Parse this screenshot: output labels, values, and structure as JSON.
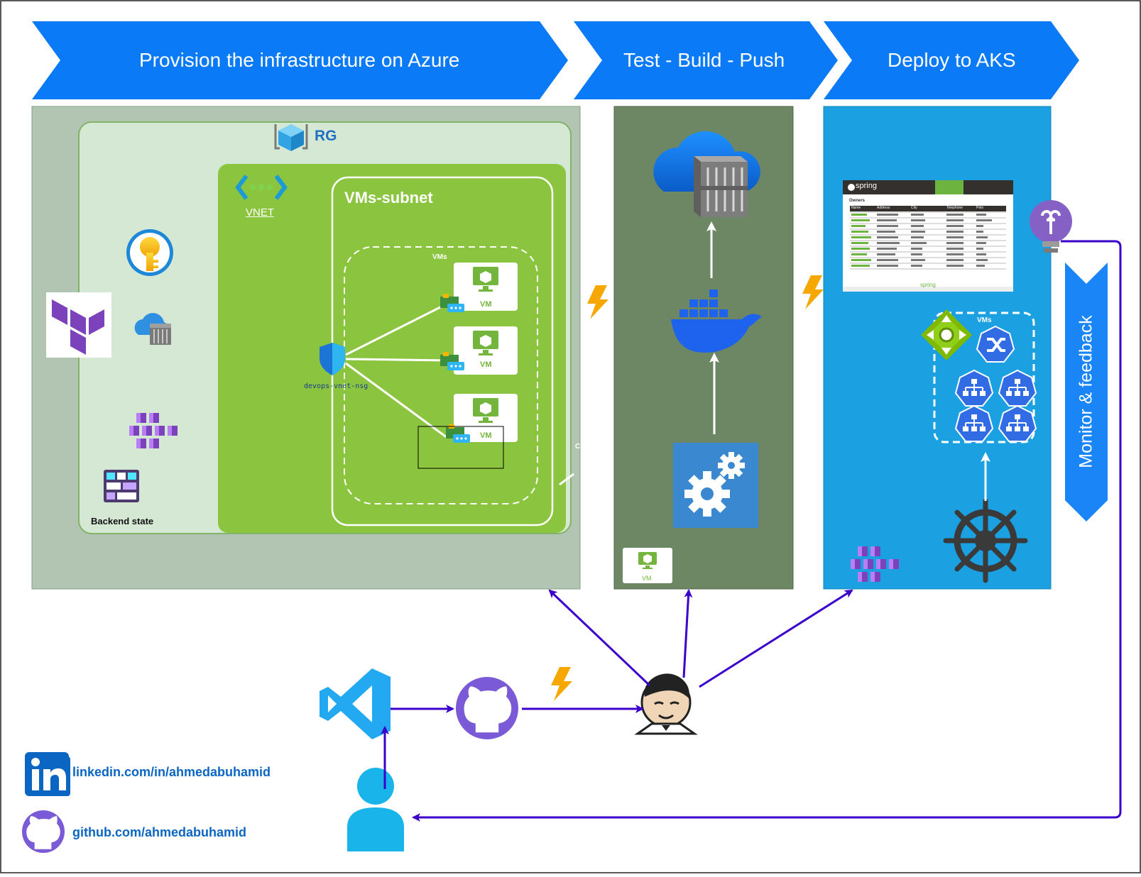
{
  "banners": {
    "provision": "Provision the infrastructure on Azure",
    "test_build_push": "Test - Build - Push",
    "deploy": "Deploy to AKS"
  },
  "feedback_label": "Monitor & feedback",
  "provision_panel": {
    "rg_label": "RG",
    "vnet_label": "VNET",
    "subnet_label": "VMs-subnet",
    "vms_group_label": "VMs",
    "vm_labels": [
      "VM",
      "VM",
      "VM"
    ],
    "nsg_label": "devops-vnet-nsg",
    "backend_label": "Backend state",
    "cut_label": "C"
  },
  "build_panel": {
    "vm_label": "VM"
  },
  "deploy_panel": {
    "vms_label": "VMs",
    "app_screenshot": {
      "brand": "spring",
      "heading": "Owners",
      "columns": [
        "Name",
        "Address",
        "City",
        "Telephone",
        "Pets"
      ],
      "footer_brand": "spring"
    }
  },
  "links": {
    "linkedin": "linkedin.com/in/ahmedabuhamid",
    "github": "github.com/ahmedabuhamid"
  },
  "colors": {
    "banner": "#0a7af6",
    "provision_bg": "#b2c4b2",
    "rg_bg": "#d5e8d4",
    "vnet_bg": "#8bc53f",
    "build_bg": "#6d8764",
    "deploy_bg": "#1ba1e2",
    "flow_arrow": "#3b00cc",
    "feedback_bar": "#1a85f7"
  }
}
